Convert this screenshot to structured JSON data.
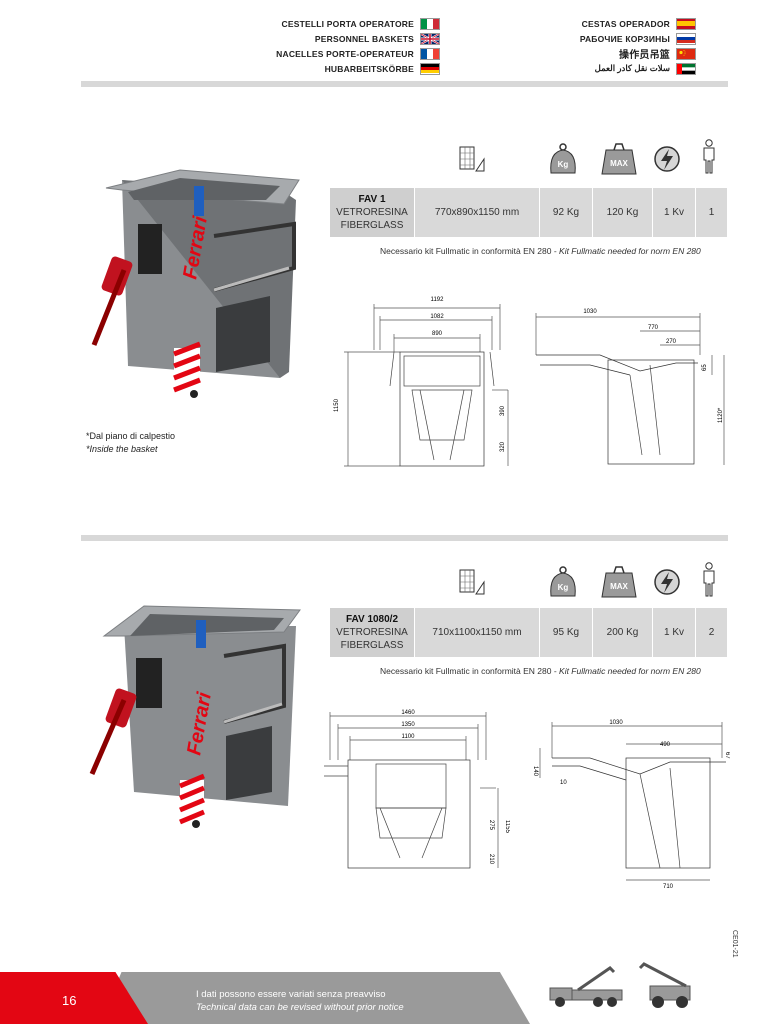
{
  "header": {
    "left": [
      {
        "label": "CESTELLI PORTA OPERATORE",
        "flag": "italy"
      },
      {
        "label": "PERSONNEL BASKETS",
        "flag": "uk"
      },
      {
        "label": "NACELLES PORTE-OPERATEUR",
        "flag": "france"
      },
      {
        "label": "HUBARBEITSKÖRBE",
        "flag": "germany"
      }
    ],
    "right": [
      {
        "label": "CESTAS OPERADOR",
        "flag": "spain"
      },
      {
        "label": "РАБОЧИЕ КОРЗИНЫ",
        "flag": "russia"
      },
      {
        "label": "操作员吊篮",
        "flag": "china"
      },
      {
        "label": "سلات نقل كادر العمل",
        "flag": "uae"
      }
    ]
  },
  "icons": [
    "dimensions-icon",
    "weight-icon",
    "max-load-icon",
    "voltage-icon",
    "person-icon"
  ],
  "icon_labels": {
    "weight": "Kg",
    "max": "MAX"
  },
  "product1": {
    "model": "FAV 1",
    "material_it": "VETRORESINA",
    "material_en": "FIBERGLASS",
    "dimensions": "770x890x1150 mm",
    "weight": "92 Kg",
    "max_load": "120 Kg",
    "voltage": "1 Kv",
    "persons": "1",
    "note_it": "Necessario kit Fullmatic in conformità EN 280 - ",
    "note_en": "Kit Fullmatic needed for norm EN 280",
    "brand": "Ferrari",
    "drawing_front": {
      "w_outer": "1192",
      "w_mid": "1082",
      "w_inner": "890",
      "h_total": "1150",
      "h_upper": "390",
      "h_lower": "320"
    },
    "drawing_side": {
      "d_total": "1030",
      "d_mid": "770",
      "d_small": "270",
      "h_small": "65",
      "h_total": "1120*"
    }
  },
  "caption": {
    "line_it": "*Dal piano di calpestio",
    "line_en": "*Inside the basket"
  },
  "product2": {
    "model": "FAV 1080/2",
    "material_it": "VETRORESINA",
    "material_en": "FIBERGLASS",
    "dimensions": "710x1100x1150 mm",
    "weight": "95 Kg",
    "max_load": "200 Kg",
    "voltage": "1 Kv",
    "persons": "2",
    "note_it": "Necessario kit Fullmatic in conformità EN 280 - ",
    "note_en": "Kit Fullmatic needed for norm EN 280",
    "brand": "Ferrari",
    "drawing_front": {
      "w_outer": "1460",
      "w_mid": "1350",
      "w_inner": "1100",
      "h_total": "1155",
      "h_upper": "275",
      "h_lower": "210"
    },
    "drawing_side": {
      "d_total": "1030",
      "d_mid": "490",
      "h_left": "140",
      "h_small": "10",
      "h_right": "67",
      "d_bottom": "710"
    }
  },
  "footer": {
    "page": "16",
    "line1": "I dati possono essere variati senza preavviso",
    "line2": "Technical data can be revised without prior notice",
    "code": "CE01-21"
  },
  "colors": {
    "red": "#e30613",
    "gray": "#9a9a9a",
    "table": "#d9d9d9"
  }
}
